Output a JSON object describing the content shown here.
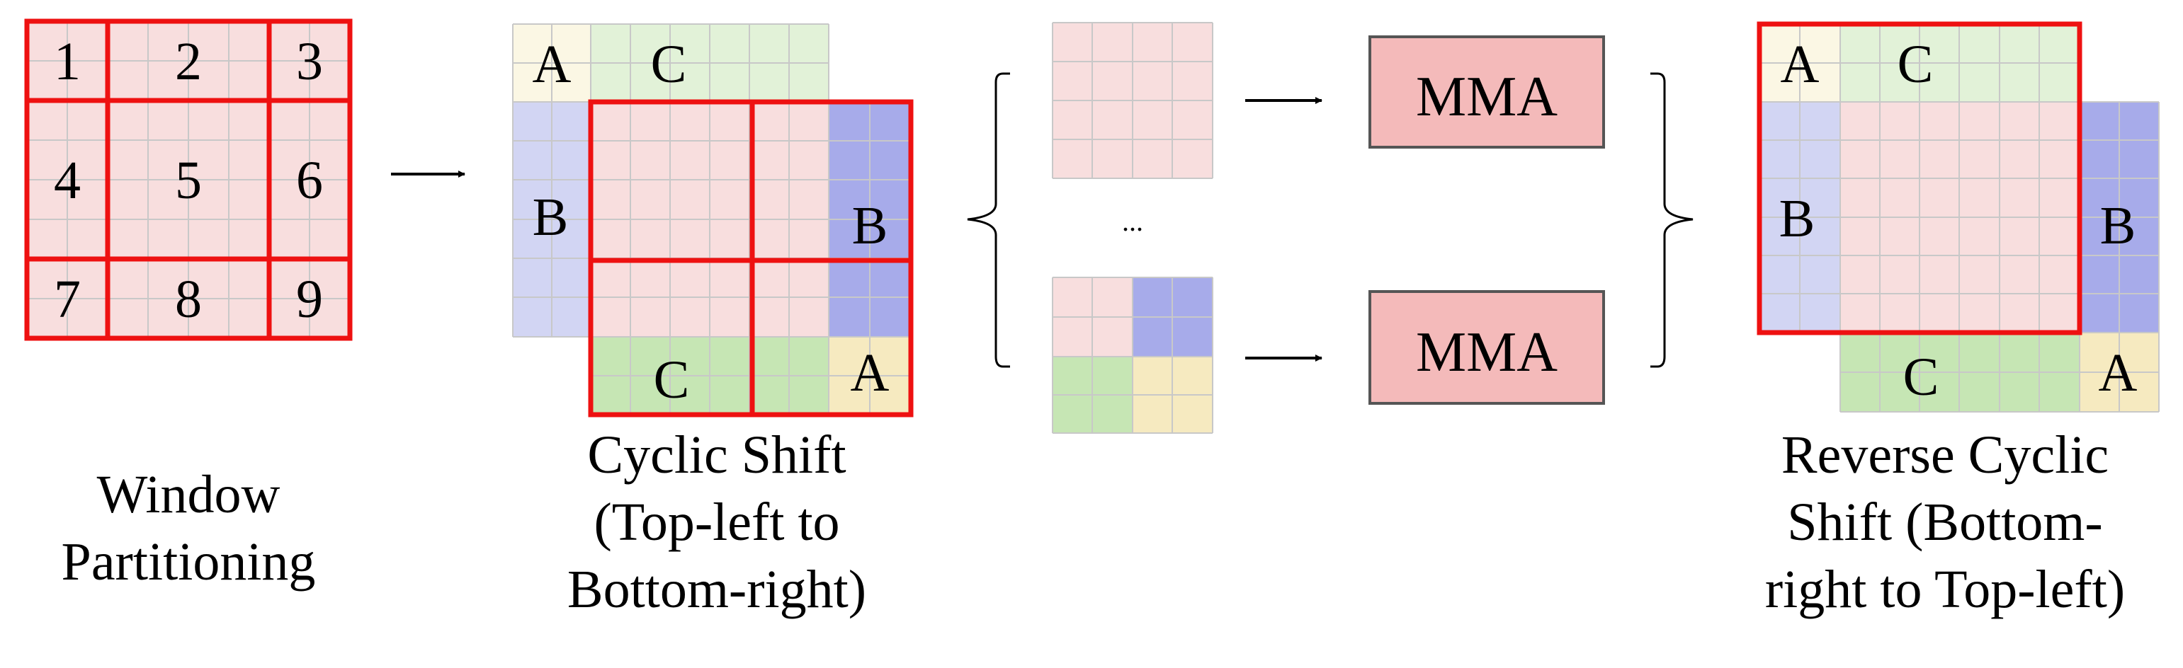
{
  "colors": {
    "pink": "#f8dede",
    "green": "#e2f2d8",
    "green_dark": "#c6e6b4",
    "blue_light": "#d2d5f3",
    "blue_dark": "#a7abea",
    "yellow_light": "#fbf7e4",
    "yellow": "#f6eac0",
    "grid_line": "#c8c8c8",
    "window_border": "#ee1111",
    "mma_fill": "#f4baba",
    "mma_border": "#555555"
  },
  "window_partitioning": {
    "numbers": [
      "1",
      "2",
      "3",
      "4",
      "5",
      "6",
      "7",
      "8",
      "9"
    ],
    "caption": [
      "Window",
      "Partitioning"
    ]
  },
  "cyclic_shift": {
    "labels": {
      "a_top": "A",
      "c_top": "C",
      "b_left": "B",
      "b_right": "B",
      "c_bottom": "C",
      "a_bottom": "A"
    },
    "caption": [
      "Cyclic Shift",
      "(Top-left to",
      "Bottom-right)"
    ]
  },
  "middle": {
    "ellipsis": "..."
  },
  "mma": {
    "top_label": "MMA",
    "bottom_label": "MMA"
  },
  "reverse_cyclic_shift": {
    "labels": {
      "a_top": "A",
      "c_top": "C",
      "b_left": "B",
      "b_right": "B",
      "c_bottom": "C",
      "a_bottom": "A"
    },
    "caption": [
      "Reverse Cyclic",
      "Shift (Bottom-",
      "right to Top-left)"
    ]
  }
}
